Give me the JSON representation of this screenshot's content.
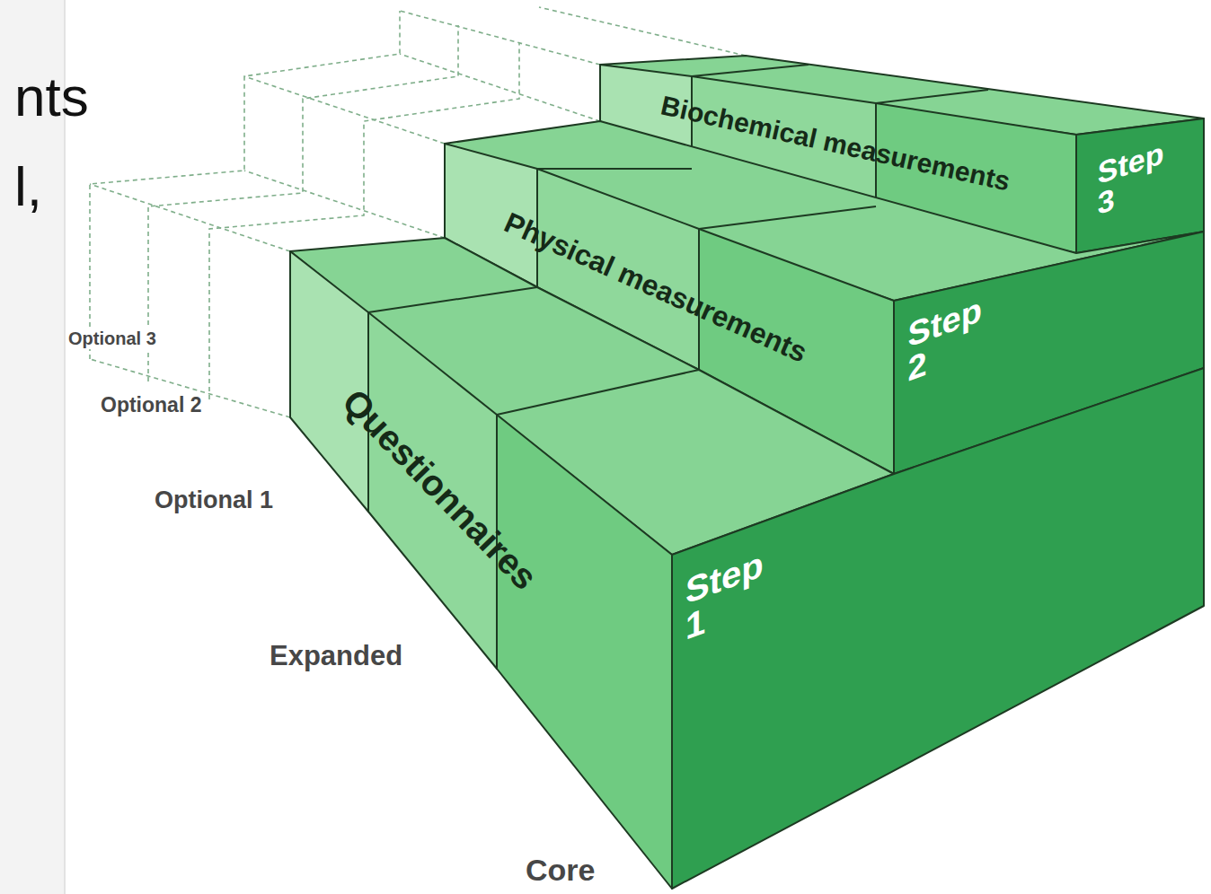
{
  "diagram": {
    "nodes": [
      {
        "text": [
          "Questionnaires",
          "Step 1"
        ]
      },
      {
        "text": [
          "Physical measurements",
          "Step 2"
        ]
      },
      {
        "text": [
          "Biochemical measurements",
          "Step 3"
        ]
      }
    ],
    "labels": [
      "nts",
      "l,",
      "Optional 3",
      "Optional 2",
      "Optional 1",
      "Expanded",
      "Core"
    ]
  }
}
